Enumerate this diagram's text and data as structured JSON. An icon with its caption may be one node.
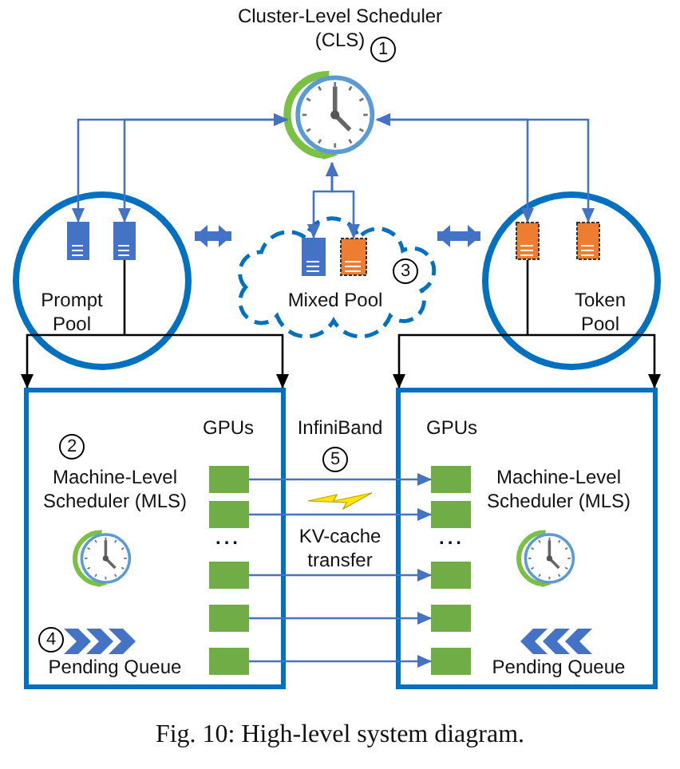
{
  "diagram": {
    "caption": "Fig. 10: High-level system diagram.",
    "nodes": [
      {
        "text": [
          "Cluster-Level Scheduler (CLS)"
        ]
      },
      {
        "text": [
          "Prompt Pool"
        ]
      },
      {
        "text": [],
        "shape": "box",
        "in": 1
      },
      {
        "text": [],
        "shape": "box",
        "in": 1
      },
      {
        "text": [
          "Mixed Pool"
        ]
      },
      {
        "text": [],
        "shape": "box",
        "in": 4
      },
      {
        "text": [],
        "shape": "box",
        "in": 4
      },
      {
        "text": [
          "Token Pool"
        ]
      },
      {
        "text": [],
        "shape": "box",
        "in": 7
      },
      {
        "text": [],
        "shape": "box",
        "in": 7
      },
      {
        "text": [
          "GPUs",
          "Machine-Level Scheduler (MLS)",
          "Pending Queue"
        ]
      },
      {
        "text": [],
        "shape": "box",
        "in": 10
      },
      {
        "text": [],
        "shape": "box",
        "in": 10
      },
      {
        "text": [],
        "shape": "box",
        "in": 10
      },
      {
        "text": [],
        "shape": "box",
        "in": 10
      },
      {
        "text": [],
        "shape": "box",
        "in": 10
      },
      {
        "text": [
          "GPUs",
          "Machine-Level Scheduler (MLS)",
          "Pending Queue"
        ]
      },
      {
        "text": [],
        "shape": "box",
        "in": 16
      },
      {
        "text": [],
        "shape": "box",
        "in": 16
      },
      {
        "text": [],
        "shape": "box",
        "in": 16
      },
      {
        "text": [],
        "shape": "box",
        "in": 16
      },
      {
        "text": [],
        "shape": "box",
        "in": 16
      }
    ],
    "edges": [
      {
        "from": 0,
        "to": 2,
        "arrow": "both"
      },
      {
        "from": 0,
        "to": 3,
        "arrow": "both"
      },
      {
        "from": 0,
        "to": 5,
        "arrow": "both"
      },
      {
        "from": 0,
        "to": 6,
        "arrow": "both"
      },
      {
        "from": 0,
        "to": 8,
        "arrow": "both"
      },
      {
        "from": 0,
        "to": 9,
        "arrow": "both"
      },
      {
        "from": 1,
        "to": 4,
        "arrow": "both",
        "style": "thick"
      },
      {
        "from": 4,
        "to": 7,
        "arrow": "both",
        "style": "thick"
      },
      {
        "from": 3,
        "to": 10,
        "arrow": "to",
        "color": "#000000"
      },
      {
        "from": 8,
        "to": 16,
        "arrow": "to",
        "color": "#000000"
      },
      {
        "from": 11,
        "to": 17,
        "arrow": "to"
      },
      {
        "from": 12,
        "to": 18,
        "arrow": "to"
      },
      {
        "from": 13,
        "to": 19,
        "arrow": "to"
      },
      {
        "from": 14,
        "to": 20,
        "arrow": "to"
      },
      {
        "from": 15,
        "to": 21,
        "arrow": "to"
      }
    ],
    "labels": [
      "1",
      "3",
      "2",
      "InfiniBand",
      "5",
      "KV-cache transfer",
      "...",
      "...",
      "4"
    ]
  }
}
